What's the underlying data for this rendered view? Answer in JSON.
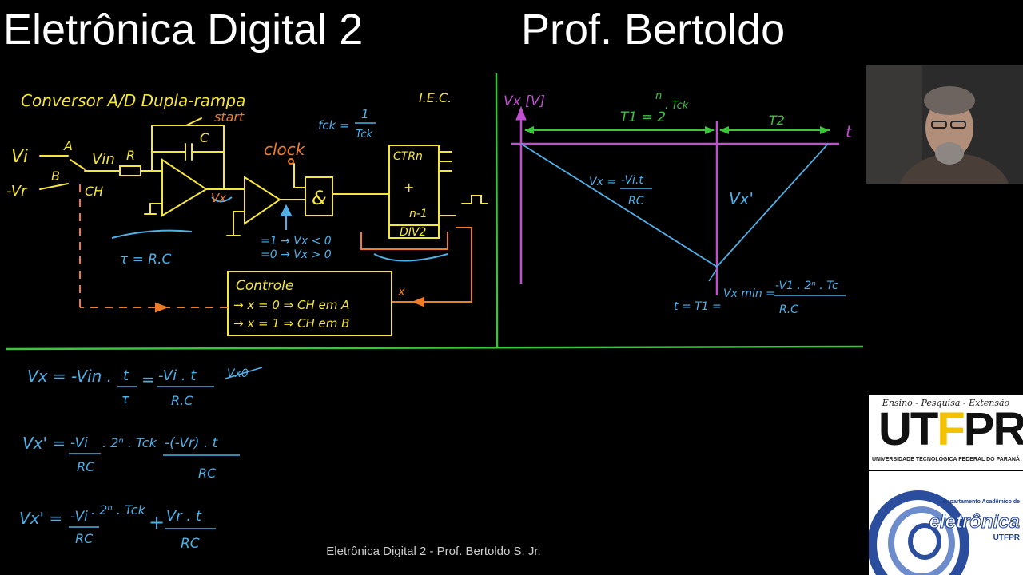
{
  "header": {
    "title_left": "Eletrônica Digital 2",
    "title_right": "Prof. Bertoldo"
  },
  "circuit": {
    "heading": "Conversor A/D Dupla-rampa",
    "iec": "I.E.C.",
    "inputs": [
      "Vi",
      "-Vr"
    ],
    "switch_labels": [
      "A",
      "B",
      "CH"
    ],
    "vin": "Vin",
    "resistor": "R",
    "capacitor": "C",
    "start": "start",
    "vx": "Vx",
    "fck_lhs": "fck =",
    "fck_num": "1",
    "fck_den": "Tck",
    "clock": "clock",
    "and_symbol": "&",
    "counter_top": "CTRn",
    "counter_bits": [
      "n-1",
      "DIV2"
    ],
    "tau": "τ = R.C",
    "comparator_notes": [
      "=1 → Vx < 0",
      "=0 → Vx > 0"
    ],
    "control_title": "Controle",
    "control_lines": [
      "→ x = 0 ⇒ CH em A",
      "→ x = 1 ⇒ CH em B"
    ],
    "x_label": "x"
  },
  "graph": {
    "y_label": "Vx [V]",
    "t_label": "t",
    "t1_label": "T1 = 2",
    "t1_exp": "n",
    "t1_tail": ". Tck",
    "t2_label": "T2",
    "slope_lhs": "Vx =",
    "slope_num": "-Vi.t",
    "slope_den": "RC",
    "vx_prime": "Vx'",
    "vxmin_lhs": "Vx min =",
    "vxmin_num": "-V1 . 2ⁿ . Tc",
    "vxmin_den": "R.C",
    "t_eq": "t = T1 ="
  },
  "equations": {
    "eq1_lhs": "Vx = -Vin .",
    "eq1_frac1_num": "t",
    "eq1_frac1_den": "τ",
    "eq1_mid": "=",
    "eq1_frac2_num": "-Vi . t",
    "eq1_frac2_den": "R.C",
    "eq1_struck": "Vx0",
    "eq2_lhs": "Vx' =",
    "eq2_frac1_num": "-Vi",
    "eq2_frac1_den": "RC",
    "eq2_mid": ". 2ⁿ . Tck",
    "eq2_frac2_num": "-(-Vr) . t",
    "eq2_frac2_den": "RC",
    "eq3_lhs": "Vx' =",
    "eq3_frac1_num": "-Vi",
    "eq3_frac1_den": "RC",
    "eq3_mid": ". 2ⁿ . Tck",
    "eq3_plus": "+",
    "eq3_frac2_num": "Vr . t",
    "eq3_frac2_den": "RC"
  },
  "footer": {
    "text": "Eletrônica Digital 2 -  Prof. Bertoldo S. Jr."
  },
  "logos": {
    "utfpr_tagline": "Ensino - Pesquisa - Extensão",
    "utfpr_mark_a": "UT",
    "utfpr_mark_b": "F",
    "utfpr_mark_c": "PR",
    "utfpr_name": "UNIVERSIDADE TECNOLÓGICA FEDERAL DO PARANÁ",
    "dept": "Departamento Acadêmico de",
    "dept_name": "eletrônica",
    "dept_utfpr": "UTFPR"
  },
  "colors": {
    "yellow": "#f5e63c",
    "orange": "#f07c28",
    "blue": "#4fb0e8",
    "green": "#3cc43c",
    "magenta": "#c050d0"
  }
}
